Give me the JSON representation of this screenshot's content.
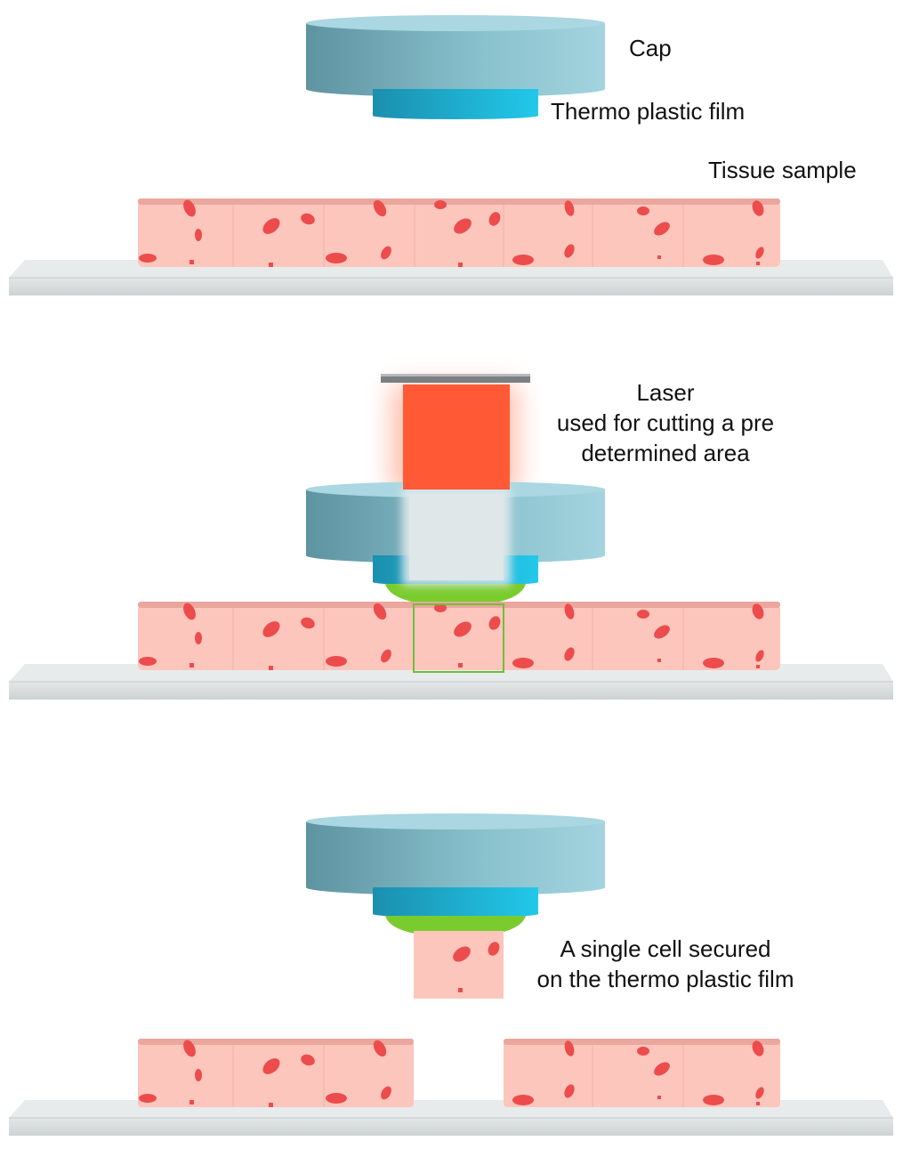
{
  "labels": {
    "cap": "Cap",
    "film": "Thermo plastic film",
    "tissue": "Tissue sample",
    "laser_line1": "Laser",
    "laser_line2": "used for cutting a pre",
    "laser_line3": "determined area",
    "cell_line1": "A single cell secured",
    "cell_line2": "on the thermo plastic film"
  },
  "colors": {
    "cap_dark": "#5f97a3",
    "cap_light": "#9fd0dc",
    "cap_top": "#a9d6e0",
    "film_dark": "#1d98b8",
    "film_light": "#20c4e6",
    "green_film": "#79cc2e",
    "laser": "#ff5a35",
    "tissue": "#fcc4ba",
    "tissue_edge": "#e99a92",
    "cell": "#ec4a4a",
    "slide": "#d7dbdc",
    "slide_edge": "#b9bec0",
    "cut_outline": "#6fbf3a"
  }
}
